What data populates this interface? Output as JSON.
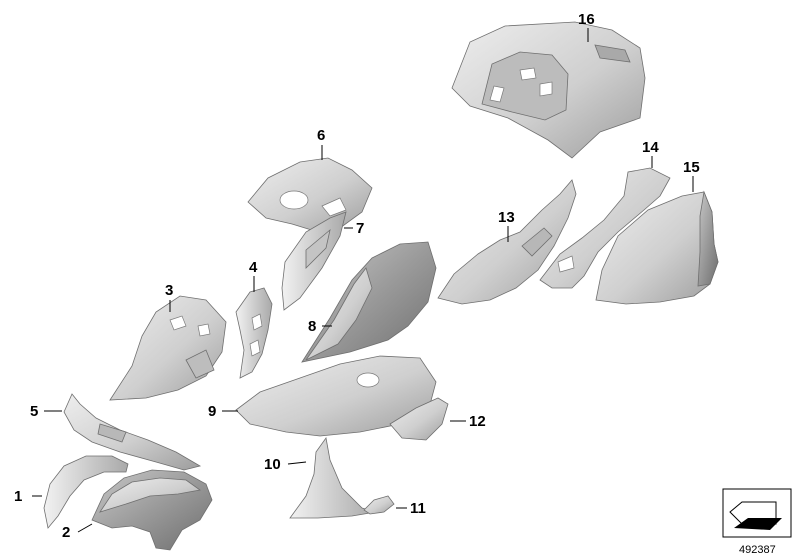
{
  "colors": {
    "part_light": "#d9d9d9",
    "part_mid": "#bdbdbd",
    "part_dark": "#8e8e8e",
    "outline": "#6f6f6f",
    "text": "#000000"
  },
  "callouts": [
    "1",
    "2",
    "3",
    "4",
    "5",
    "6",
    "7",
    "8",
    "9",
    "10",
    "11",
    "12",
    "13",
    "14",
    "15",
    "16"
  ],
  "document_number": "492387",
  "icons": {
    "arrow_box": "direction-arrow-icon"
  }
}
